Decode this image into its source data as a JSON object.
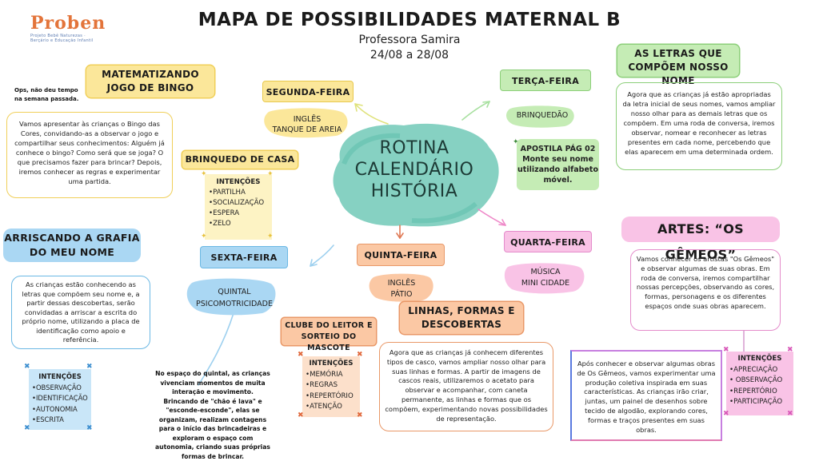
{
  "logo": {
    "word": "Proben",
    "tagline": "Projeto Bebê Naturezas · Berçário e Educação Infantil"
  },
  "header": {
    "title": "MAPA DE POSSIBILIDADES MATERNAL B",
    "teacher": "Professora Samira",
    "dates": "24/08 a 28/08"
  },
  "center": {
    "lines": [
      "ROTINA",
      "CALENDÁRIO",
      "HISTÓRIA"
    ]
  },
  "days": {
    "monday": {
      "label": "SEGUNDA-FEIRA",
      "activity_lines": [
        "INGLÊS",
        "TANQUE DE AREIA"
      ]
    },
    "tuesday": {
      "label": "TERÇA-FEIRA",
      "activity": "BRINQUEDÃO",
      "apostila_lines": [
        "APOSTILA PÁG 02",
        "Monte seu nome",
        "utilizando alfabeto",
        "móvel."
      ]
    },
    "wednesday": {
      "label": "QUARTA-FEIRA",
      "activity_lines": [
        "MÚSICA",
        "MINI CIDADE"
      ]
    },
    "thursday": {
      "label": "QUINTA-FEIRA",
      "activity_lines": [
        "INGLÊS",
        "PÁTIO"
      ]
    },
    "friday": {
      "label": "SEXTA-FEIRA",
      "activity_lines": [
        "QUINTAL",
        "PSICOMOTRICIDADE"
      ]
    }
  },
  "bingo": {
    "title_lines": [
      "MATEMATIZANDO",
      "JOGO DE BINGO"
    ],
    "note": "Ops, não deu tempo na semana passada.",
    "text": "Vamos apresentar às crianças o Bingo das Cores, convidando-as a observar o jogo e compartilhar seus conhecimentos: Alguém já conhece o bingo? Como será que se joga? O que precisamos fazer para brincar? Depois, iremos conhecer as regras e experimentar uma partida."
  },
  "brinquedo": {
    "title": "BRINQUEDO DE CASA",
    "intentions_label": "INTENÇÕES",
    "intentions": [
      "•PARTILHA",
      "•SOCIALIZAÇÃO",
      "•ESPERA",
      "•ZELO"
    ]
  },
  "letras": {
    "title_lines": [
      "AS LETRAS QUE",
      "COMPÕEM NOSSO NOME"
    ],
    "text": "Agora que as crianças já estão apropriadas da letra inicial de seus nomes, vamos ampliar nosso olhar para as demais letras que os compõem. Em uma roda de conversa, iremos observar, nomear e reconhecer as letras presentes em cada nome, percebendo que elas aparecem em uma determinada ordem."
  },
  "grafia": {
    "title_lines": [
      "ARRISCANDO A GRAFIA",
      "DO MEU NOME"
    ],
    "text": "As crianças estão conhecendo as letras que compõem seu nome e, a partir dessas descobertas, serão convidadas a arriscar a escrita do próprio nome, utilizando a placa de identificação como apoio e referência.",
    "intentions_label": "INTENÇÕES",
    "intentions": [
      "•OBSERVAÇÃO",
      "•IDENTIFICAÇÃO",
      "•AUTONOMIA",
      "•ESCRITA"
    ]
  },
  "quintal_note": "No espaço do quintal, as crianças vivenciam momentos de muita interação e movimento. Brincando de \"chão é lava\" e \"esconde-esconde\", elas se organizam, realizam contagens para o início das brincadeiras e exploram o espaço com autonomia, criando suas próprias formas de brincar.",
  "clube": {
    "title_lines": [
      "CLUBE DO LEITOR E",
      "SORTEIO DO MASCOTE"
    ],
    "intentions_label": "INTENÇÕES",
    "intentions": [
      "•MEMÓRIA",
      "•REGRAS",
      "•REPERTÓRIO",
      "•ATENÇÃO"
    ]
  },
  "linhas": {
    "title_lines": [
      "LINHAS, FORMAS E",
      "DESCOBERTAS"
    ],
    "text": "Agora que as crianças já conhecem diferentes tipos de casco, vamos ampliar nosso olhar para suas linhas e formas. A partir de imagens de cascos reais, utilizaremos o acetato para observar e acompanhar, com caneta permanente, as linhas e formas que os compõem, experimentando novas possibilidades de representação."
  },
  "artes": {
    "title": "ARTES: “OS GÊMEOS”",
    "text1": "Vamos conhecer os artistas \"Os Gêmeos\" e observar algumas de suas obras. Em roda de conversa, iremos compartilhar nossas percepções, observando as cores, formas, personagens e os diferentes espaços onde suas obras aparecem.",
    "text2": "Após conhecer e observar algumas obras de Os Gêmeos, vamos experimentar uma produção coletiva inspirada em suas características. As crianças irão criar, juntas, um painel de desenhos sobre tecido de algodão, explorando cores, formas e traços presentes em suas obras.",
    "intentions_label": "INTENÇÕES",
    "intentions": [
      "•APRECIAÇÃO",
      "• OBSERVAÇÃO",
      "•REPERTÓRIO",
      "•PARTICIPAÇÃO"
    ]
  },
  "colors": {
    "yellow": "#fbe79a",
    "green": "#c5ecb5",
    "pink": "#f9c3e6",
    "blue": "#aad7f3",
    "orange": "#fbc8a4",
    "teal": "#7fcfbf"
  }
}
